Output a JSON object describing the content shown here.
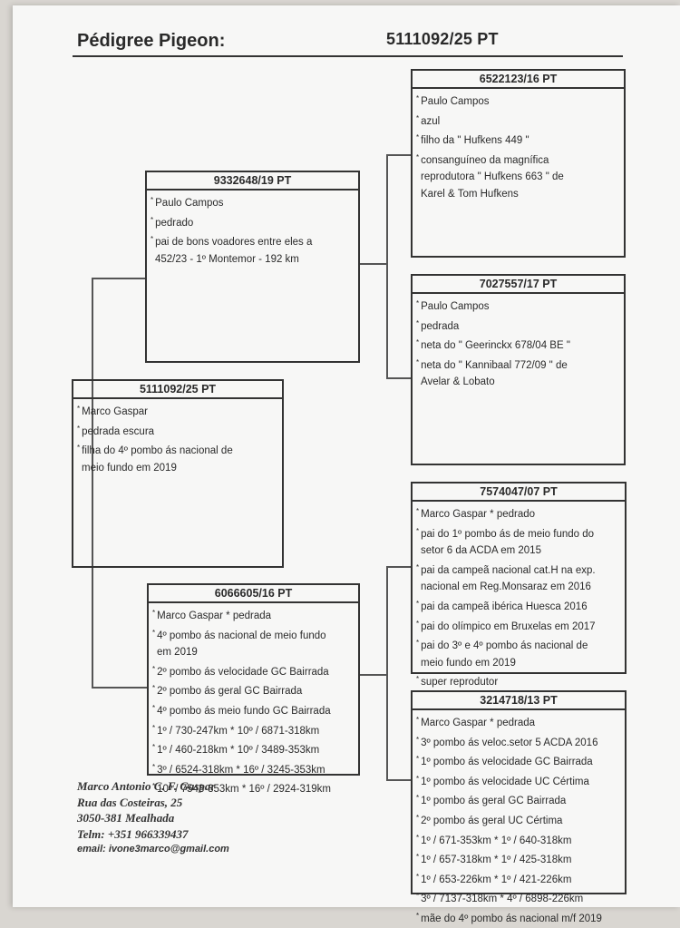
{
  "header": {
    "title": "Pédigree Pigeon:",
    "ring": "5111092/25    PT"
  },
  "pigeons": {
    "subject": {
      "ring": "5111092/25    PT",
      "lines": [
        {
          "bullet": true,
          "text": "Marco Gaspar"
        },
        {
          "bullet": true,
          "text": "pedrada escura"
        },
        {
          "bullet": true,
          "text": "filha do 4º pombo ás nacional de"
        },
        {
          "bullet": false,
          "text": "meio fundo em 2019"
        }
      ]
    },
    "sire": {
      "ring": "9332648/19    PT",
      "lines": [
        {
          "bullet": true,
          "text": "Paulo Campos"
        },
        {
          "bullet": true,
          "text": "pedrado"
        },
        {
          "bullet": true,
          "text": "pai de bons voadores  entre eles a"
        },
        {
          "bullet": false,
          "text": "452/23 - 1º Montemor - 192 km"
        }
      ]
    },
    "dam": {
      "ring": "6066605/16    PT",
      "lines": [
        {
          "bullet": true,
          "text": "Marco Gaspar     * pedrada"
        },
        {
          "bullet": true,
          "text": "4º pombo ás nacional de meio fundo"
        },
        {
          "bullet": false,
          "text": "em 2019"
        },
        {
          "bullet": true,
          "text": "2º pombo ás velocidade GC Bairrada"
        },
        {
          "bullet": true,
          "text": "2º pombo ás geral GC Bairrada"
        },
        {
          "bullet": true,
          "text": "4º pombo ás meio fundo GC Bairrada"
        },
        {
          "bullet": true,
          "text": "1º / 730-247km     * 10º / 6871-318km"
        },
        {
          "bullet": true,
          "text": "1º / 460-218km     * 10º / 3489-353km"
        },
        {
          "bullet": true,
          "text": "3º / 6524-318km    * 16º / 3245-353km"
        },
        {
          "bullet": true,
          "text": "10º / 7543-353km  * 16º / 2924-319km"
        }
      ]
    },
    "sire_sire": {
      "ring": "6522123/16    PT",
      "lines": [
        {
          "bullet": true,
          "text": "Paulo Campos"
        },
        {
          "bullet": true,
          "text": "azul"
        },
        {
          "bullet": true,
          "text": "filho da \" Hufkens 449 \""
        },
        {
          "bullet": true,
          "text": "consanguíneo  da magnífica"
        },
        {
          "bullet": false,
          "text": "reprodutora \" Hufkens 663 \" de"
        },
        {
          "bullet": false,
          "text": "Karel & Tom Hufkens"
        }
      ]
    },
    "sire_dam": {
      "ring": "7027557/17    PT",
      "lines": [
        {
          "bullet": true,
          "text": "Paulo Campos"
        },
        {
          "bullet": true,
          "text": "pedrada"
        },
        {
          "bullet": true,
          "text": "neta do \" Geerinckx 678/04 BE \""
        },
        {
          "bullet": true,
          "text": "neta do \" Kannibaal 772/09 \" de"
        },
        {
          "bullet": false,
          "text": "Avelar & Lobato"
        }
      ]
    },
    "dam_sire": {
      "ring": "7574047/07    PT",
      "lines": [
        {
          "bullet": true,
          "text": "Marco Gaspar     * pedrado"
        },
        {
          "bullet": true,
          "text": "pai do 1º pombo ás de meio fundo do"
        },
        {
          "bullet": false,
          "text": "setor 6 da ACDA em 2015"
        },
        {
          "bullet": true,
          "text": "pai da campeã nacional cat.H na exp."
        },
        {
          "bullet": false,
          "text": "nacional em Reg.Monsaraz em 2016"
        },
        {
          "bullet": true,
          "text": "pai da campeã ibérica Huesca 2016"
        },
        {
          "bullet": true,
          "text": "pai do olímpico em Bruxelas em 2017"
        },
        {
          "bullet": true,
          "text": "pai do 3º e 4º pombo ás nacional de"
        },
        {
          "bullet": false,
          "text": "meio fundo em 2019"
        },
        {
          "bullet": true,
          "text": "super reprodutor"
        }
      ]
    },
    "dam_dam": {
      "ring": "3214718/13    PT",
      "lines": [
        {
          "bullet": true,
          "text": "Marco Gaspar     * pedrada"
        },
        {
          "bullet": true,
          "text": "3º pombo ás veloc.setor 5 ACDA 2016"
        },
        {
          "bullet": true,
          "text": "1º pombo ás velocidade GC Bairrada"
        },
        {
          "bullet": true,
          "text": "1º pombo ás velocidade UC Cértima"
        },
        {
          "bullet": true,
          "text": "1º pombo ás geral GC Bairrada"
        },
        {
          "bullet": true,
          "text": "2º pombo ás geral UC Cértima"
        },
        {
          "bullet": true,
          "text": "1º / 671-353km   * 1º / 640-318km"
        },
        {
          "bullet": true,
          "text": "1º / 657-318km   * 1º / 425-318km"
        },
        {
          "bullet": true,
          "text": "1º / 653-226km   * 1º / 421-226km"
        },
        {
          "bullet": true,
          "text": "3º / 7137-318km  * 4º / 6898-226km"
        },
        {
          "bullet": true,
          "text": "mãe do 4º pombo ás nacional m/f 2019"
        }
      ]
    }
  },
  "contact": {
    "name": "Marco Antonio C. F. Gaspar",
    "street": "Rua das Costeiras, 25",
    "city": "3050-381 Mealhada",
    "phone": "Telm: +351 966339437",
    "email": "email: ivone3marco@gmail.com"
  }
}
